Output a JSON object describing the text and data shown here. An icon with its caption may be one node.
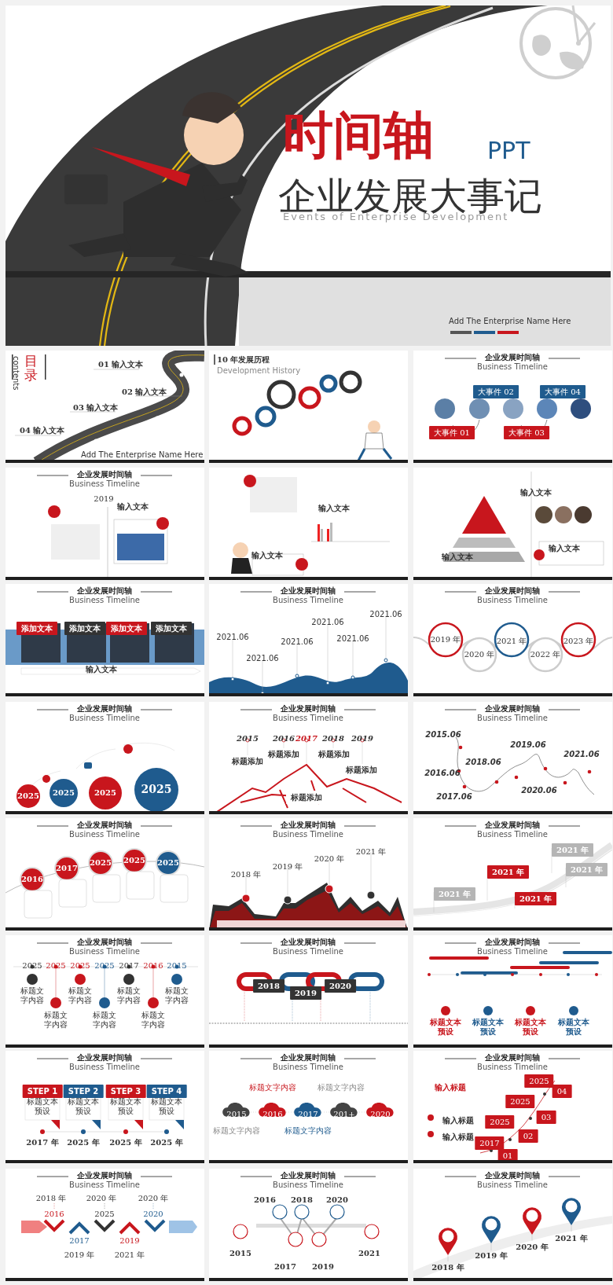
{
  "diagram": {
    "nodes": [
      {
        "text": [
          "时间轴",
          "PPT",
          "企业发展大事记",
          "Events of Enterprise Development",
          "Add The Enterprise Name Here"
        ]
      },
      {
        "text": [
          "目录",
          "contents",
          "01 输入文本",
          "02 输入文本",
          "03 输入文本",
          "04 输入文本",
          "Add The Enterprise Name Here"
        ]
      },
      {
        "text": [
          "10 年发展历程",
          "Development History"
        ]
      },
      {
        "text": [
          "企业发展时间轴",
          "Business Timeline",
          "大事件 02",
          "大事件 04",
          "大事件 01",
          "大事件 03"
        ]
      },
      {
        "text": [
          "企业发展时间轴",
          "Business Timeline",
          "2019",
          "输入文本"
        ]
      },
      {
        "text": [
          "输入文本",
          "输入文本"
        ]
      },
      {
        "text": [
          "输入文本",
          "输入文本",
          "输入文本"
        ]
      },
      {
        "text": [
          "企业发展时间轴",
          "Business Timeline",
          "添加文本",
          "添加文本",
          "添加文本",
          "添加文本",
          "输入文本"
        ]
      },
      {
        "text": [
          "企业发展时间轴",
          "Business Timeline",
          "2021.06",
          "2021.06",
          "2021.06",
          "2021.06",
          "2021.06",
          "2021.06"
        ]
      },
      {
        "text": [
          "企业发展时间轴",
          "Business Timeline",
          "2019 年",
          "2020 年",
          "2021 年",
          "2022 年",
          "2023 年"
        ]
      },
      {
        "text": [
          "企业发展时间轴",
          "Business Timeline",
          "2025",
          "2025",
          "2025",
          "2025"
        ]
      },
      {
        "text": [
          "企业发展时间轴",
          "Business Timeline",
          "2015",
          "2016",
          "2017",
          "2018",
          "2019",
          "标题添加",
          "标题添加",
          "标题添加",
          "标题添加",
          "标题添加"
        ]
      },
      {
        "text": [
          "企业发展时间轴",
          "Business Timeline",
          "2015.06",
          "2016.06",
          "2017.06",
          "2018.06",
          "2019.06",
          "2020.06",
          "2021.06"
        ]
      },
      {
        "text": [
          "企业发展时间轴",
          "Business Timeline",
          "2016",
          "2017",
          "2025",
          "2025",
          "2025"
        ]
      },
      {
        "text": [
          "企业发展时间轴",
          "Business Timeline",
          "2018 年",
          "2019 年",
          "2020 年",
          "2021 年"
        ]
      },
      {
        "text": [
          "企业发展时间轴",
          "Business Timeline",
          "2021 年",
          "2021 年",
          "2021 年",
          "2021 年",
          "2021 年"
        ]
      },
      {
        "text": [
          "企业发展时间轴",
          "Business Timeline",
          "2025",
          "2025",
          "2025",
          "2025",
          "2017",
          "2016",
          "2015",
          "标题文字内容",
          "标题文字内容",
          "标题文字内容",
          "标题文字内容",
          "标题文字内容",
          "标题文字内容",
          "标题文字内容"
        ]
      },
      {
        "text": [
          "企业发展时间轴",
          "Business Timeline",
          "2018",
          "2019",
          "2020"
        ]
      },
      {
        "text": [
          "企业发展时间轴",
          "Business Timeline",
          "标题文本预设",
          "标题文本预设",
          "标题文本预设",
          "标题文本预设"
        ]
      },
      {
        "text": [
          "企业发展时间轴",
          "Business Timeline",
          "STEP 1",
          "STEP 2",
          "STEP 3",
          "STEP 4",
          "标题文本预设",
          "标题文本预设",
          "标题文本预设",
          "标题文本预设",
          "2017 年",
          "2025 年",
          "2025 年",
          "2025 年"
        ]
      },
      {
        "text": [
          "企业发展时间轴",
          "Business Timeline",
          "标题文字内容",
          "标题文字内容",
          "2015",
          "2016",
          "2017",
          "201+",
          "2020",
          "标题文字内容",
          "标题文字内容"
        ]
      },
      {
        "text": [
          "企业发展时间轴",
          "Business Timeline",
          "输入标题",
          "输入标题",
          "输入标题",
          "2025",
          "2025",
          "2025",
          "2017",
          "04",
          "03",
          "02",
          "01"
        ]
      },
      {
        "text": [
          "企业发展时间轴",
          "Business Timeline",
          "2018 年",
          "2020 年",
          "2020 年",
          "2016",
          "2017",
          "2025",
          "2019",
          "2020",
          "2019 年",
          "2021 年"
        ]
      },
      {
        "text": [
          "企业发展时间轴",
          "Business Timeline",
          "2016",
          "2018",
          "2020",
          "2015",
          "2017",
          "2019",
          "2021"
        ]
      },
      {
        "text": [
          "企业发展时间轴",
          "Business Timeline",
          "2018 年",
          "2019 年",
          "2020 年",
          "2021 年"
        ]
      }
    ]
  }
}
